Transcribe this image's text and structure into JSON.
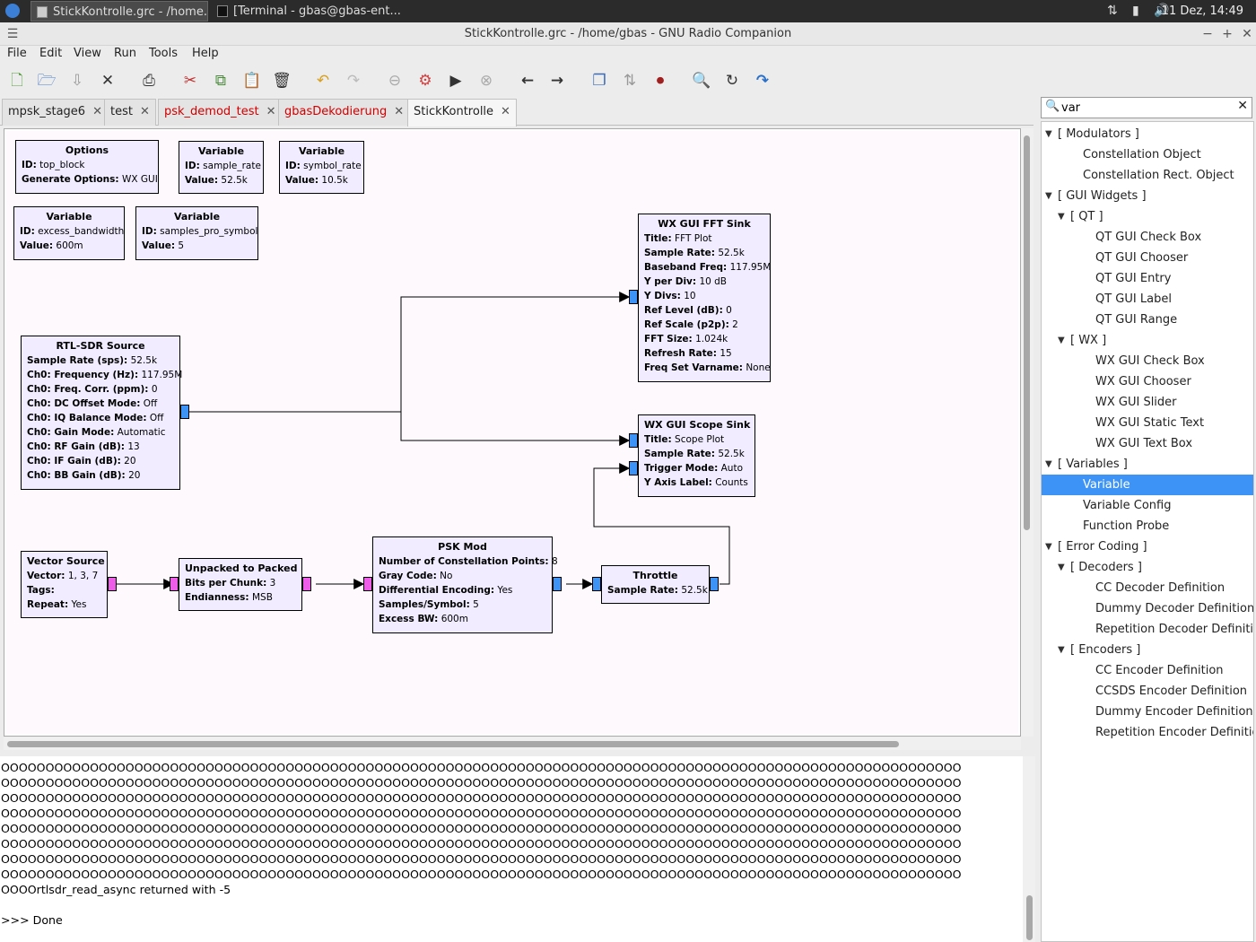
{
  "taskbar": {
    "windows": [
      {
        "label": "StickKontrolle.grc - /home..."
      },
      {
        "label": "[Terminal - gbas@gbas-ent..."
      }
    ],
    "clock": "11 Dez, 14:49"
  },
  "titlebar": {
    "title": "StickKontrolle.grc - /home/gbas - GNU Radio Companion"
  },
  "menu": [
    "File",
    "Edit",
    "View",
    "Run",
    "Tools",
    "Help"
  ],
  "tabs": [
    {
      "label": "mpsk_stage6",
      "color": "#222222"
    },
    {
      "label": "test",
      "color": "#222222"
    },
    {
      "label": "psk_demod_test",
      "color": "#d00000"
    },
    {
      "label": "gbasDekodierung",
      "color": "#d00000"
    },
    {
      "label": "StickKontrolle",
      "color": "#222222"
    }
  ],
  "colors": {
    "port_complex": "#3d94f6",
    "port_byte": "#ee5de8",
    "block_bg": "#f1ecff",
    "selection": "#3d94f6"
  },
  "blocks": {
    "options": {
      "title": "Options",
      "rows": [
        [
          "ID:",
          "top_block"
        ],
        [
          "Generate Options:",
          "WX GUI"
        ]
      ]
    },
    "var_sample_rate": {
      "title": "Variable",
      "rows": [
        [
          "ID:",
          "sample_rate"
        ],
        [
          "Value:",
          "52.5k"
        ]
      ]
    },
    "var_symbol_rate": {
      "title": "Variable",
      "rows": [
        [
          "ID:",
          "symbol_rate"
        ],
        [
          "Value:",
          "10.5k"
        ]
      ]
    },
    "var_excess_bw": {
      "title": "Variable",
      "rows": [
        [
          "ID:",
          "excess_bandwidth"
        ],
        [
          "Value:",
          "600m"
        ]
      ]
    },
    "var_sps": {
      "title": "Variable",
      "rows": [
        [
          "ID:",
          "samples_pro_symbol"
        ],
        [
          "Value:",
          "5"
        ]
      ]
    },
    "rtl_sdr": {
      "title": "RTL-SDR Source",
      "rows": [
        [
          "Sample Rate (sps):",
          "52.5k"
        ],
        [
          "Ch0: Frequency (Hz):",
          "117.95M"
        ],
        [
          "Ch0: Freq. Corr. (ppm):",
          "0"
        ],
        [
          "Ch0: DC Offset Mode:",
          "Off"
        ],
        [
          "Ch0: IQ Balance Mode:",
          "Off"
        ],
        [
          "Ch0: Gain Mode:",
          "Automatic"
        ],
        [
          "Ch0: RF Gain (dB):",
          "13"
        ],
        [
          "Ch0: IF Gain (dB):",
          "20"
        ],
        [
          "Ch0: BB Gain (dB):",
          "20"
        ]
      ]
    },
    "fft_sink": {
      "title": "WX GUI FFT Sink",
      "rows": [
        [
          "Title:",
          "FFT Plot"
        ],
        [
          "Sample Rate:",
          "52.5k"
        ],
        [
          "Baseband Freq:",
          "117.95M"
        ],
        [
          "Y per Div:",
          "10 dB"
        ],
        [
          "Y Divs:",
          "10"
        ],
        [
          "Ref Level (dB):",
          "0"
        ],
        [
          "Ref Scale (p2p):",
          "2"
        ],
        [
          "FFT Size:",
          "1.024k"
        ],
        [
          "Refresh Rate:",
          "15"
        ],
        [
          "Freq Set Varname:",
          "None"
        ]
      ]
    },
    "scope_sink": {
      "title": "WX GUI Scope Sink",
      "rows": [
        [
          "Title:",
          "Scope Plot"
        ],
        [
          "Sample Rate:",
          "52.5k"
        ],
        [
          "Trigger Mode:",
          "Auto"
        ],
        [
          "Y Axis Label:",
          "Counts"
        ]
      ]
    },
    "vector_source": {
      "title": "Vector Source",
      "rows": [
        [
          "Vector:",
          "1, 3, 7"
        ],
        [
          "Tags:",
          ""
        ],
        [
          "Repeat:",
          "Yes"
        ]
      ]
    },
    "unpacked": {
      "title": "Unpacked to Packed",
      "rows": [
        [
          "Bits per Chunk:",
          "3"
        ],
        [
          "Endianness:",
          "MSB"
        ]
      ]
    },
    "psk_mod": {
      "title": "PSK Mod",
      "rows": [
        [
          "Number of Constellation Points:",
          "8"
        ],
        [
          "Gray Code:",
          "No"
        ],
        [
          "Differential Encoding:",
          "Yes"
        ],
        [
          "Samples/Symbol:",
          "5"
        ],
        [
          "Excess BW:",
          "600m"
        ]
      ]
    },
    "throttle": {
      "title": "Throttle",
      "rows": [
        [
          "Sample Rate:",
          "52.5k"
        ]
      ]
    }
  },
  "console": {
    "lines": [
      "OOOOOOOOOOOOOOOOOOOOOOOOOOOOOOOOOOOOOOOOOOOOOOOOOOOOOOOOOOOOOOOOOOOOOOOOOOOOOOOOOOOOOOOOOOOOOOOOOOOOOOOOOOOO",
      "OOOOOOOOOOOOOOOOOOOOOOOOOOOOOOOOOOOOOOOOOOOOOOOOOOOOOOOOOOOOOOOOOOOOOOOOOOOOOOOOOOOOOOOOOOOOOOOOOOOOOOOOOOOO",
      "OOOOOOOOOOOOOOOOOOOOOOOOOOOOOOOOOOOOOOOOOOOOOOOOOOOOOOOOOOOOOOOOOOOOOOOOOOOOOOOOOOOOOOOOOOOOOOOOOOOOOOOOOOOO",
      "OOOOOOOOOOOOOOOOOOOOOOOOOOOOOOOOOOOOOOOOOOOOOOOOOOOOOOOOOOOOOOOOOOOOOOOOOOOOOOOOOOOOOOOOOOOOOOOOOOOOOOOOOOOO",
      "OOOOOOOOOOOOOOOOOOOOOOOOOOOOOOOOOOOOOOOOOOOOOOOOOOOOOOOOOOOOOOOOOOOOOOOOOOOOOOOOOOOOOOOOOOOOOOOOOOOOOOOOOOOO",
      "OOOOOOOOOOOOOOOOOOOOOOOOOOOOOOOOOOOOOOOOOOOOOOOOOOOOOOOOOOOOOOOOOOOOOOOOOOOOOOOOOOOOOOOOOOOOOOOOOOOOOOOOOOOO",
      "OOOOOOOOOOOOOOOOOOOOOOOOOOOOOOOOOOOOOOOOOOOOOOOOOOOOOOOOOOOOOOOOOOOOOOOOOOOOOOOOOOOOOOOOOOOOOOOOOOOOOOOOOOOO",
      "OOOOOOOOOOOOOOOOOOOOOOOOOOOOOOOOOOOOOOOOOOOOOOOOOOOOOOOOOOOOOOOOOOOOOOOOOOOOOOOOOOOOOOOOOOOOOOOOOOOOOOOOOOOO",
      "OOOOrtlsdr_read_async returned with -5",
      "",
      ">>> Done"
    ]
  },
  "search": {
    "value": "var"
  },
  "tree": [
    {
      "label": "[ Modulators ]",
      "level": 0,
      "arrow": true
    },
    {
      "label": "Constellation Object",
      "level": 1
    },
    {
      "label": "Constellation Rect. Object",
      "level": 1
    },
    {
      "label": "[ GUI Widgets ]",
      "level": 0,
      "arrow": true
    },
    {
      "label": "[ QT ]",
      "level": 1,
      "arrow": true
    },
    {
      "label": "QT GUI Check Box",
      "level": 2
    },
    {
      "label": "QT GUI Chooser",
      "level": 2
    },
    {
      "label": "QT GUI Entry",
      "level": 2
    },
    {
      "label": "QT GUI Label",
      "level": 2
    },
    {
      "label": "QT GUI Range",
      "level": 2
    },
    {
      "label": "[ WX ]",
      "level": 1,
      "arrow": true
    },
    {
      "label": "WX GUI Check Box",
      "level": 2
    },
    {
      "label": "WX GUI Chooser",
      "level": 2
    },
    {
      "label": "WX GUI Slider",
      "level": 2
    },
    {
      "label": "WX GUI Static Text",
      "level": 2
    },
    {
      "label": "WX GUI Text Box",
      "level": 2
    },
    {
      "label": "[ Variables ]",
      "level": 0,
      "arrow": true
    },
    {
      "label": "Variable",
      "level": 1,
      "selected": true
    },
    {
      "label": "Variable Config",
      "level": 1
    },
    {
      "label": "Function Probe",
      "level": 1
    },
    {
      "label": "[ Error Coding ]",
      "level": 0,
      "arrow": true
    },
    {
      "label": "[ Decoders ]",
      "level": 1,
      "arrow": true
    },
    {
      "label": "CC Decoder Definition",
      "level": 2
    },
    {
      "label": "Dummy Decoder Definition",
      "level": 2
    },
    {
      "label": "Repetition Decoder Definition",
      "level": 2
    },
    {
      "label": "[ Encoders ]",
      "level": 1,
      "arrow": true
    },
    {
      "label": "CC Encoder Definition",
      "level": 2
    },
    {
      "label": "CCSDS Encoder Definition",
      "level": 2
    },
    {
      "label": "Dummy Encoder Definition",
      "level": 2
    },
    {
      "label": "Repetition Encoder Definition",
      "level": 2
    }
  ]
}
